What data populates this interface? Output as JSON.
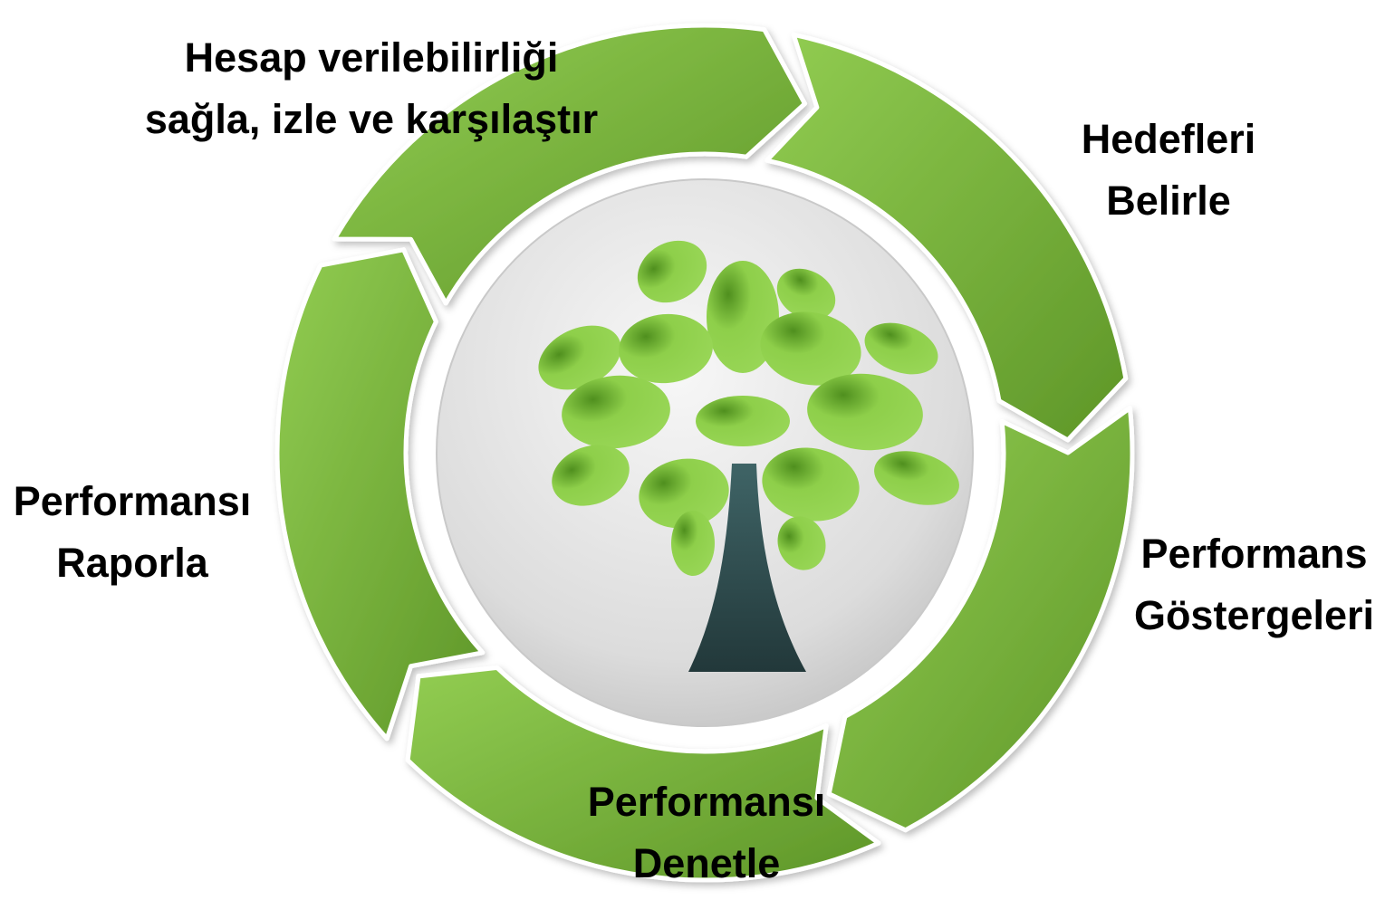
{
  "steps": [
    {
      "line1": "Hesap verilebilirliği",
      "line2": "sağla, izle ve karşılaştır"
    },
    {
      "line1": "Hedefleri",
      "line2": "Belirle"
    },
    {
      "line1": "Performans",
      "line2": "Göstergeleri"
    },
    {
      "line1": "Performansı",
      "line2": "Denetle"
    },
    {
      "line1": "Performansı",
      "line2": "Raporla"
    }
  ],
  "colors": {
    "arrow_light": "#92cd52",
    "arrow_dark": "#5e9628",
    "arrow_stroke": "#ffffff",
    "center_light": "#f7f7f7",
    "center_dark": "#bcbcbc",
    "leaf_light": "#8ecf4a",
    "leaf_dark": "#4f8f1e",
    "trunk": "#2f4a4c"
  },
  "icons": [
    "tree-icon"
  ]
}
